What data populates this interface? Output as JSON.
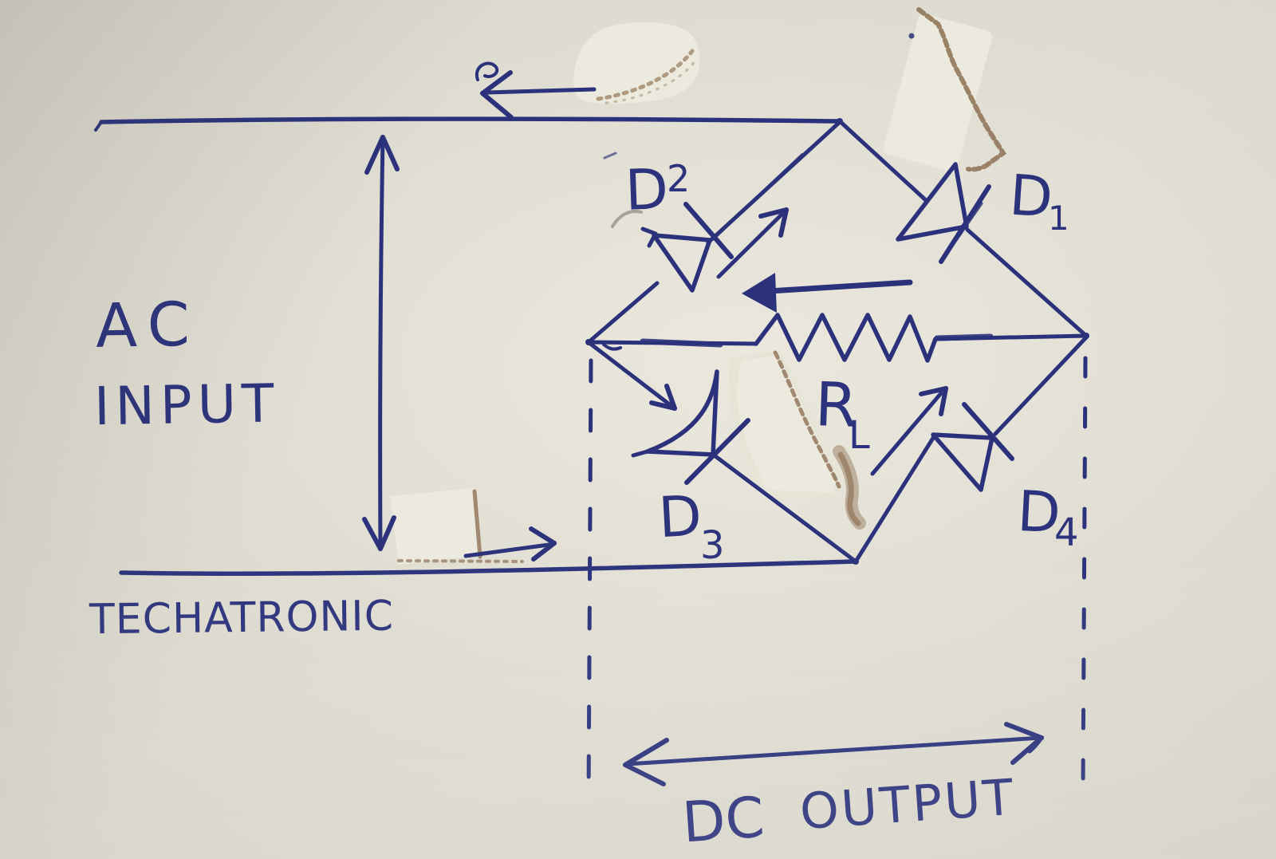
{
  "diagram": {
    "kind": "hand-drawn circuit schematic",
    "subject": "full-wave bridge rectifier on paper",
    "labels": {
      "ac_input": {
        "line1": "AC",
        "line2": "INPUT"
      },
      "dc_output": {
        "word1": "DC",
        "word2": "OUTPUT"
      },
      "watermark": "TECHATRONIC",
      "load_resistor": {
        "letter": "R",
        "subscript": "L"
      },
      "diodes": {
        "d1": {
          "letter": "D",
          "digit": "1"
        },
        "d2": {
          "letter": "D",
          "digit": "2"
        },
        "d3": {
          "letter": "D",
          "digit": "3"
        },
        "d4": {
          "letter": "D",
          "digit": "4"
        }
      }
    },
    "structure": {
      "bridge_nodes": [
        "top (AC line)",
        "right (DC rail)",
        "bottom (AC line)",
        "left (DC rail)"
      ],
      "diode_arms": [
        {
          "id": "D2",
          "from": "left node",
          "to": "top node"
        },
        {
          "id": "D1",
          "from": "top node",
          "to": "right node"
        },
        {
          "id": "D3",
          "from": "left node",
          "to": "bottom node"
        },
        {
          "id": "D4",
          "from": "bottom node",
          "to": "right node"
        }
      ],
      "load": "zigzag resistor RL between left and right nodes",
      "annotations": [
        "left arrow above top AC line",
        "double-headed vertical arrow on AC input branch",
        "right arrow above bottom AC line",
        "thick left arrow above RL (load current)",
        "small diagonal current arrows near D2 and D4",
        "dashed rails from left/right nodes down to double-headed DC OUTPUT arrow"
      ]
    },
    "colors": {
      "ink": "#2b327b",
      "paper": "#d8d5ca",
      "patch": "#eceade",
      "torn_edge": "#8d7154",
      "pencil": "#96938a"
    }
  }
}
